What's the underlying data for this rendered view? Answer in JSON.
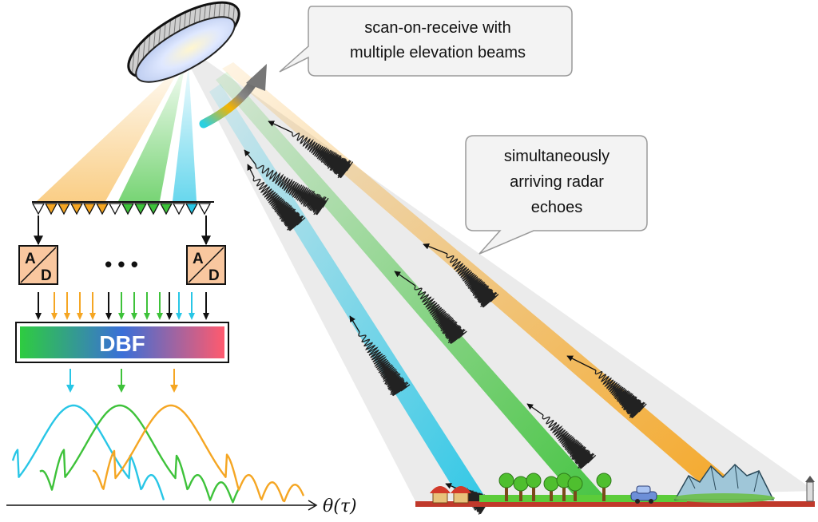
{
  "callouts": {
    "scan": [
      "scan-on-receive with",
      "multiple  elevation beams"
    ],
    "echoes": [
      "simultaneously",
      "arriving radar",
      "echoes"
    ]
  },
  "converter": {
    "top": "A",
    "bottom": "D"
  },
  "dots": "•   •   •",
  "dbf": {
    "label": "DBF"
  },
  "axis": {
    "label": "θ(τ)"
  },
  "colors": {
    "orange": "#f5a623",
    "green": "#3ec23a",
    "cyan": "#28c6e6",
    "black": "#111111",
    "ground": "#c0392b",
    "dbf_gradient": [
      "#2ecc40",
      "#3a6fd8",
      "#ff5a6e"
    ]
  },
  "icons": [
    "reflector-dish-icon",
    "scan-arrow-icon",
    "house-icon",
    "tree-icon",
    "car-icon",
    "mountain-icon"
  ]
}
